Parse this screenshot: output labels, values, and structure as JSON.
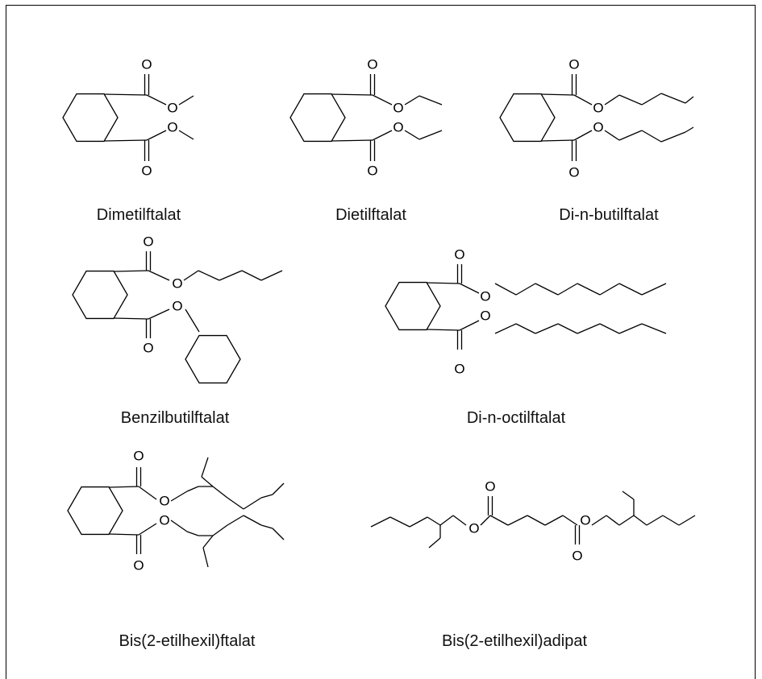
{
  "atom_labels": {
    "oxygen": "O"
  },
  "compounds": [
    {
      "id": "dimetilftalat",
      "name": "Dimetilftalat"
    },
    {
      "id": "dietilftalat",
      "name": "Dietilftalat"
    },
    {
      "id": "di-n-butilftalat",
      "name": "Di-n-butilftalat"
    },
    {
      "id": "benzilbutilftalat",
      "name": "Benzilbutilftalat"
    },
    {
      "id": "di-n-octilftalat",
      "name": "Di-n-octilftalat"
    },
    {
      "id": "bis-2-etilhexil-ftalat",
      "name": "Bis(2-etilhexil)ftalat"
    },
    {
      "id": "bis-2-etilhexil-adipat",
      "name": "Bis(2-etilhexil)adipat"
    }
  ]
}
